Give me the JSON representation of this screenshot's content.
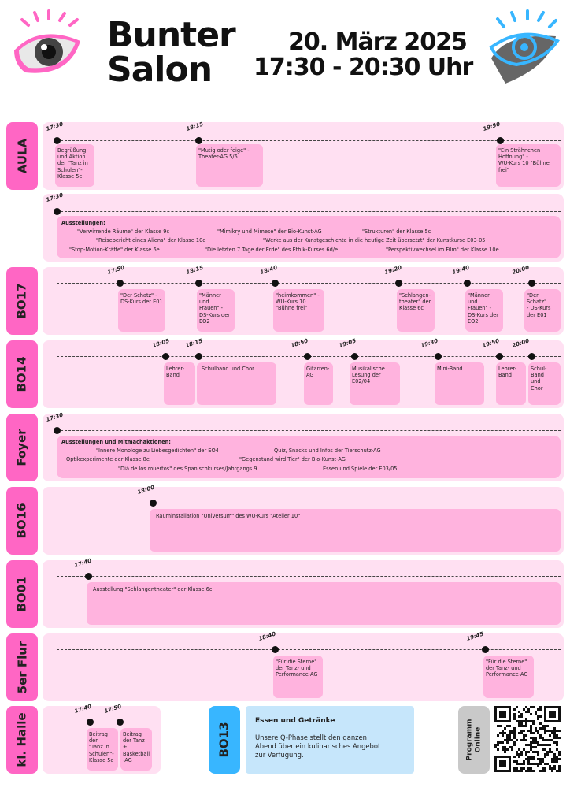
{
  "header": {
    "title_line1": "Bunter",
    "title_line2": "Salon",
    "date": "20. März 2025",
    "time": "17:30 - 20:30 Uhr"
  },
  "colors": {
    "pink": "#ff66c4",
    "light_pink": "#ffe0f2",
    "event_pink": "#ffb3de",
    "blue": "#38b6ff",
    "light_blue": "#c6e6fb",
    "grey": "#c9c9c9"
  },
  "aula": {
    "room": "AULA",
    "times": [
      "17:30",
      "18:15",
      "19:50"
    ],
    "events": [
      "Begrüßung\nund Aktion\nder \"Tanz in\nSchulen\"-\nKlasse 5e",
      "\"Mutig oder feige\" -\nTheater-AG 5/6",
      "\"Ein Strähnchen\nHoffnung\" -\nWU-Kurs 10 \"Bühne\nfrei\""
    ],
    "exhibit_time": "17:30",
    "exhibit_header": "Ausstellungen:",
    "exhibits": [
      "\"Verwirrende Räume\" der Klasse 9c",
      "\"Mimikry und Mimese\" der Bio-Kunst-AG",
      "\"Strukturen\" der Klasse 5c",
      "\"Reisebericht eines Aliens\" der Klasse 10e",
      "\"Werke aus der Kunstgeschichte in die heutige Zeit übersetzt\" der Kunstkurse E03-05",
      "\"Stop-Motion-Kräfte\" der Klasse 6e",
      "\"Die letzten 7 Tage der Erde\" des Ethik-Kurses 6d/e",
      "\"Perspektivwechsel im Film\" der Klasse 10e"
    ]
  },
  "b017": {
    "room": "BO17",
    "times": [
      "17:50",
      "18:15",
      "18:40",
      "19:20",
      "19:40",
      "20:00"
    ],
    "events": [
      "\"Der Schatz\" -\nDS-Kurs der E01",
      "\"Männer und\nFrauen\" -\nDS-Kurs der\nEO2",
      "\"heimkommen\" -\nWU-Kurs  10\n\"Bühne frei\"",
      "\"Schlangen-\ntheater\" der\nKlasse 6c",
      "\"Männer und\nFrauen\" -\nDS-Kurs der\nEO2",
      "\"Der Schatz\"\n- DS-Kurs\nder E01"
    ]
  },
  "b014": {
    "room": "BO14",
    "times": [
      "18:05",
      "18:15",
      "18:50",
      "19:05",
      "19:30",
      "19:50",
      "20:00"
    ],
    "events": [
      "Lehrer-\nBand",
      "Schulband und Chor",
      "Gitarren-\nAG",
      "Musikalische\nLesung der\nE02/04",
      "Mini-Band",
      "Lehrer-\nBand",
      "Schul-\nBand\nund\nChor"
    ]
  },
  "foyer": {
    "room": "Foyer",
    "time": "17:30",
    "header": "Ausstellungen und Mitmachaktionen:",
    "items": [
      "\"Innere Monologe zu Liebesgedichten\" der EO4",
      "Quiz, Snacks und Infos der Tierschutz-AG",
      "Optikexperimente der Klasse 8e",
      "\"Gegenstand wird Tier\" der Bio-Kunst-AG",
      "\"Diá de los muertos\" des Spanischkurses/Jahrgangs 9",
      "Essen und Spiele der E03/05"
    ]
  },
  "b016": {
    "room": "BO16",
    "time": "18:00",
    "event": "Rauminstallation \"Universum\" des WU-Kurs \"Atelier 10\""
  },
  "b001": {
    "room": "BO01",
    "time": "17:40",
    "event": "Ausstellung \"Schlangentheater\" der Klasse 6c"
  },
  "flur5": {
    "room": "5er Flur",
    "times": [
      "18:40",
      "19:45"
    ],
    "events": [
      "\"Für die Sterne\"\nder Tanz- und\nPerformance-AG",
      "\"Für die Sterne\"\nder Tanz- und\nPerformance-AG"
    ]
  },
  "halle": {
    "room": "kl. Halle",
    "times": [
      "17:40",
      "17:50"
    ],
    "events": [
      "Beitrag der\n\"Tanz in\nSchulen\"-\nKlasse 5e",
      "Beitrag\nder Tanz +\nBasketball\n-AG"
    ]
  },
  "b013": {
    "room": "BO13",
    "title": "Essen und Getränke",
    "text": "Unsere Q-Phase stellt den ganzen\nAbend über ein kulinarisches Angebot\nzur Verfügung."
  },
  "program": {
    "label_line1": "Programm",
    "label_line2": "Online"
  }
}
